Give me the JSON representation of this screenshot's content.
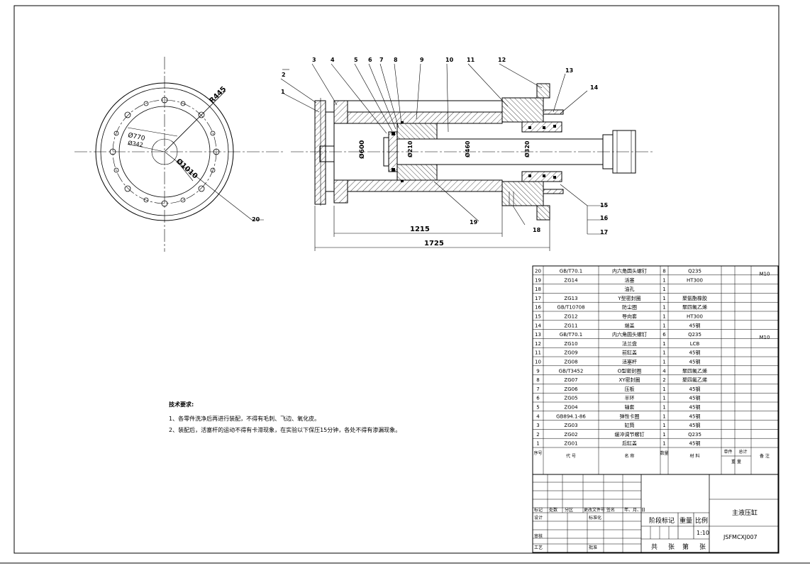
{
  "drawing": {
    "title": "主液压缸",
    "drawing_no": "JSFMCXJ007",
    "scale": "1:10",
    "dimensions": {
      "r445": "R445",
      "d770": "Ø770",
      "d342": "Ø342",
      "d1010": "Ø1010",
      "d600": "Ø600",
      "d210": "Ø210",
      "d460": "Ø460",
      "d320": "Ø320",
      "len1215": "1215",
      "len1725": "1725"
    },
    "callouts": [
      "1",
      "2",
      "3",
      "4",
      "5",
      "6",
      "7",
      "8",
      "9",
      "10",
      "11",
      "12",
      "13",
      "14",
      "15",
      "16",
      "17",
      "18",
      "19",
      "20"
    ]
  },
  "notes": {
    "heading": "技术要求:",
    "items": [
      "1、各零件洗净后再进行装配，不得有毛刺、飞边、氧化皮。",
      "2、装配后，活塞杆的运动不得有卡滞现象，在实验以下保压15分钟，各处不得有渗漏现象。"
    ]
  },
  "bom": {
    "rows": [
      {
        "no": "20",
        "code": "GB/T70.1",
        "name": "内六角圆头螺钉",
        "qty": "8",
        "material": "Q235",
        "note": "M10"
      },
      {
        "no": "19",
        "code": "ZG14",
        "name": "活塞",
        "qty": "1",
        "material": "HT300",
        "note": ""
      },
      {
        "no": "18",
        "code": "",
        "name": "油孔",
        "qty": "1",
        "material": "",
        "note": ""
      },
      {
        "no": "17",
        "code": "ZG13",
        "name": "Y型密封圈",
        "qty": "1",
        "material": "聚氨酯橡胶",
        "note": ""
      },
      {
        "no": "16",
        "code": "GB/T10708",
        "name": "防尘圈",
        "qty": "1",
        "material": "聚四氟乙烯",
        "note": ""
      },
      {
        "no": "15",
        "code": "ZG12",
        "name": "导向套",
        "qty": "1",
        "material": "HT300",
        "note": ""
      },
      {
        "no": "14",
        "code": "ZG11",
        "name": "端盖",
        "qty": "1",
        "material": "45钢",
        "note": ""
      },
      {
        "no": "13",
        "code": "GB/T70.1",
        "name": "内六角圆头螺钉",
        "qty": "6",
        "material": "Q235",
        "note": "M10"
      },
      {
        "no": "12",
        "code": "ZG10",
        "name": "法兰盘",
        "qty": "1",
        "material": "LCB",
        "note": ""
      },
      {
        "no": "11",
        "code": "ZG09",
        "name": "前缸盖",
        "qty": "1",
        "material": "45钢",
        "note": ""
      },
      {
        "no": "10",
        "code": "ZG08",
        "name": "活塞杆",
        "qty": "1",
        "material": "45钢",
        "note": ""
      },
      {
        "no": "9",
        "code": "GB/T3452",
        "name": "O型密封圈",
        "qty": "4",
        "material": "聚四氟乙烯",
        "note": ""
      },
      {
        "no": "8",
        "code": "ZG07",
        "name": "XY密封圈",
        "qty": "2",
        "material": "聚四氟乙烯",
        "note": ""
      },
      {
        "no": "7",
        "code": "ZG06",
        "name": "压板",
        "qty": "1",
        "material": "45钢",
        "note": ""
      },
      {
        "no": "6",
        "code": "ZG05",
        "name": "半环",
        "qty": "1",
        "material": "45钢",
        "note": ""
      },
      {
        "no": "5",
        "code": "ZG04",
        "name": "轴套",
        "qty": "1",
        "material": "45钢",
        "note": ""
      },
      {
        "no": "4",
        "code": "GB894.1-86",
        "name": "弹性卡圈",
        "qty": "1",
        "material": "45钢",
        "note": ""
      },
      {
        "no": "3",
        "code": "ZG03",
        "name": "缸筒",
        "qty": "1",
        "material": "45钢",
        "note": ""
      },
      {
        "no": "2",
        "code": "ZG02",
        "name": "缓冲调节螺钉",
        "qty": "1",
        "material": "Q235",
        "note": ""
      },
      {
        "no": "1",
        "code": "ZG01",
        "name": "后缸盖",
        "qty": "1",
        "material": "45钢",
        "note": ""
      }
    ],
    "header": {
      "no": "序号",
      "code": "代 号",
      "name": "名 称",
      "qty": "数量",
      "material": "材 料",
      "unit_weight": "单件",
      "total_weight": "总计",
      "weight": "重 量",
      "note": "备 注"
    }
  },
  "titleblock": {
    "mark": "标记",
    "count": "处数",
    "zone": "分区",
    "change_doc": "更改文件号",
    "sign": "签名",
    "date": "年、月、日",
    "design": "设计",
    "standardize": "标准化",
    "stage": "阶段标记",
    "weight": "重量",
    "scale_label": "比例",
    "review": "审核",
    "process": "工艺",
    "approve": "批准",
    "total": "共",
    "sheets": "张",
    "page": "第",
    "sheet2": "张"
  }
}
